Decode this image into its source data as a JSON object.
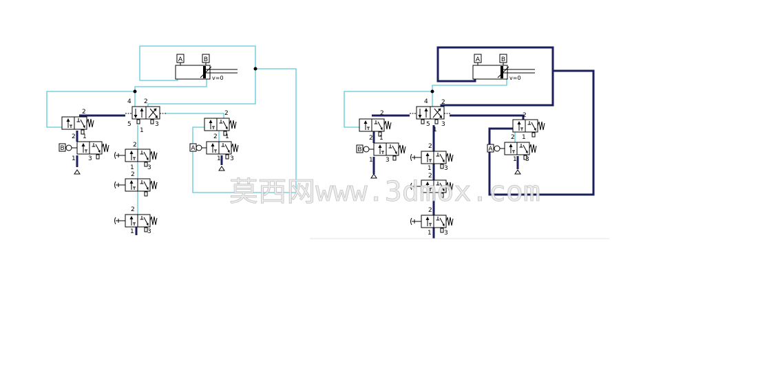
{
  "circuits": {
    "left": {
      "cylinder": {
        "port_a": "A",
        "port_b": "B",
        "speed": "v=0"
      },
      "roller_valve_a": "A",
      "roller_valve_b": "B"
    },
    "right": {
      "cylinder": {
        "port_a": "A",
        "port_b": "B",
        "speed": "v=0"
      },
      "roller_valve_a": "A",
      "roller_valve_b": "B"
    }
  },
  "port_numbers": {
    "p1": "1",
    "p2": "2",
    "p3": "3",
    "p4": "4",
    "p5": "5"
  },
  "watermark": "莫西网www.3dmox.com",
  "colors": {
    "inactive_line": "#5ec8db",
    "pressurized_line": "#1b1f5c",
    "symbol": "#000000",
    "background": "#ffffff"
  }
}
